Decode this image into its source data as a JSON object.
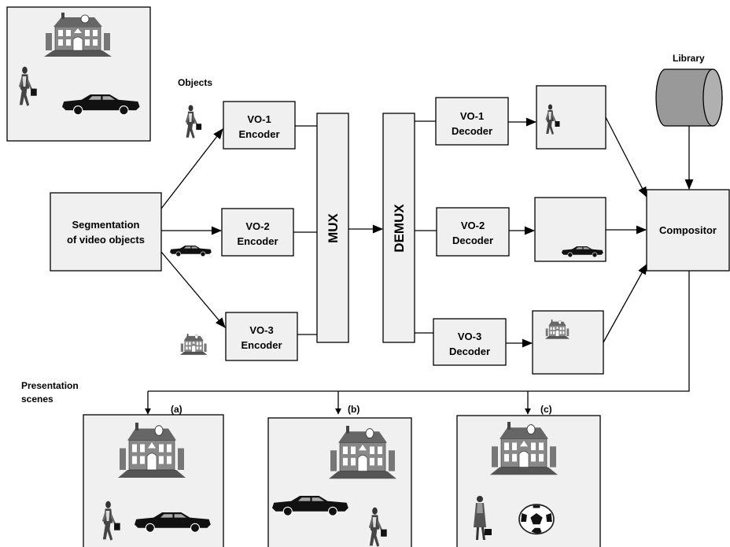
{
  "labels": {
    "objects": "Objects",
    "library": "Library",
    "segmentation_line1": "Segmentation",
    "segmentation_line2": "of video objects",
    "enc1_line1": "VO-1",
    "enc1_line2": "Encoder",
    "enc2_line1": "VO-2",
    "enc2_line2": "Encoder",
    "enc3_line1": "VO-3",
    "enc3_line2": "Encoder",
    "mux": "MUX",
    "demux": "DEMUX",
    "dec1_line1": "VO-1",
    "dec1_line2": "Decoder",
    "dec2_line1": "VO-2",
    "dec2_line2": "Decoder",
    "dec3_line1": "VO-3",
    "dec3_line2": "Decoder",
    "compositor": "Compositor",
    "presentation_line1": "Presentation",
    "presentation_line2": "scenes",
    "scene_a": "(a)",
    "scene_b": "(b)",
    "scene_c": "(c)"
  },
  "colors": {
    "box_fill": "#f0f0f0",
    "stroke": "#000000",
    "library_fill": "#999999",
    "house_dark": "#555555",
    "car": "#111111"
  }
}
